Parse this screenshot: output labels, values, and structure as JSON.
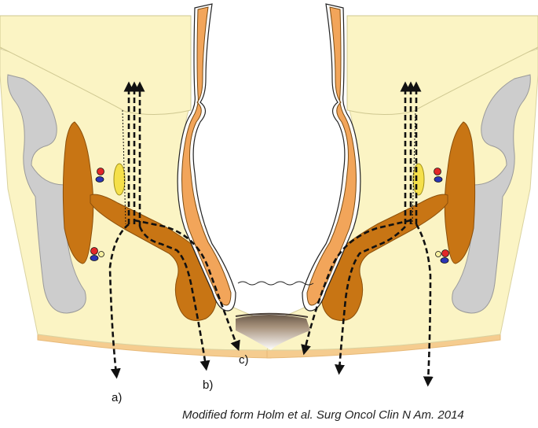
{
  "labels": {
    "a": "a)",
    "b": "b)",
    "c": "c)"
  },
  "caption": "Modified form Holm et al. Surg Oncol Clin N Am. 2014",
  "colors": {
    "tissue": "#fbf4c4",
    "tissue_edge": "#d9d2a0",
    "skin": "#f5cc8f",
    "bone": "#cdcdcd",
    "muscle": "#c87514",
    "muscle_dark": "#8b4f0a",
    "bowel": "#f2a55a",
    "yellow_node": "#f5e04a",
    "artery": "#e22828",
    "vein": "#2b35b5",
    "arrow": "#111111"
  }
}
